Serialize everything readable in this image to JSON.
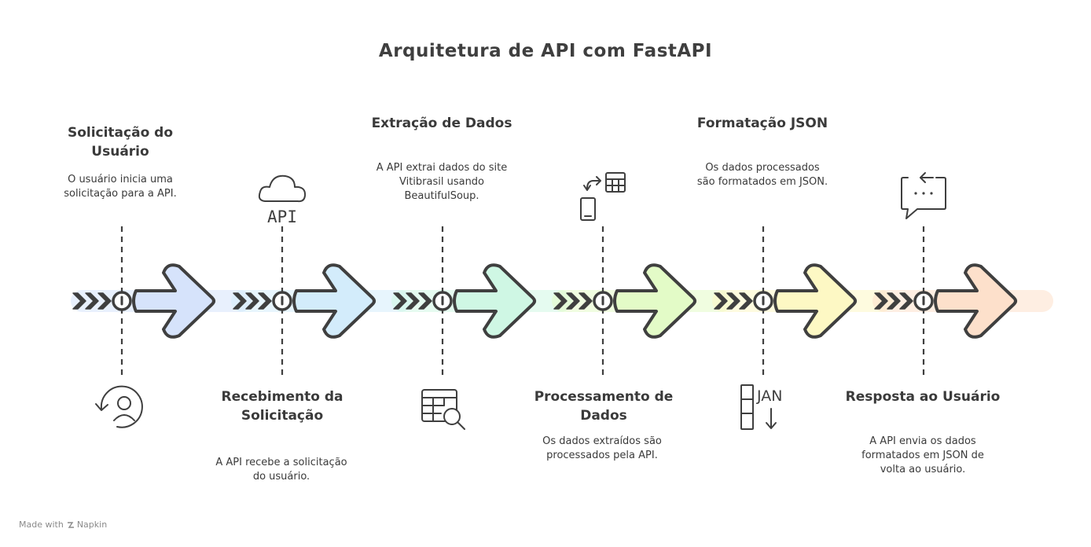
{
  "title": "Arquitetura de API com FastAPI",
  "steps": [
    {
      "title": "Solicitação do Usuário",
      "description": "O usuário inicia uma solicitação para a API.",
      "icon": "user-refresh-icon",
      "color": "#d6e3fb"
    },
    {
      "title": "Recebimento da Solicitação",
      "description": "A API recebe a solicitação do usuário.",
      "icon": "cloud-api-icon",
      "icon_text": "API",
      "color": "#d3ecfb"
    },
    {
      "title": "Extração de Dados",
      "description": "A API extrai dados do site Vitibrasil usando BeautifulSoup.",
      "icon": "table-search-icon",
      "color": "#cff7e4"
    },
    {
      "title": "Processamento de Dados",
      "description": "Os dados extraídos são processados pela API.",
      "icon": "device-table-icon",
      "color": "#e3fbc7"
    },
    {
      "title": "Formatação JSON",
      "description": "Os dados processados são formatados em JSON.",
      "icon": "calendar-sort-icon",
      "icon_text": "JAN",
      "color": "#fdf8c4"
    },
    {
      "title": "Resposta ao Usuário",
      "description": "A API envia os dados formatados em JSON de volta ao usuário.",
      "icon": "chat-reply-icon",
      "color": "#fde0cb"
    }
  ],
  "footer": {
    "prefix": "Made with",
    "brand": "Napkin"
  }
}
